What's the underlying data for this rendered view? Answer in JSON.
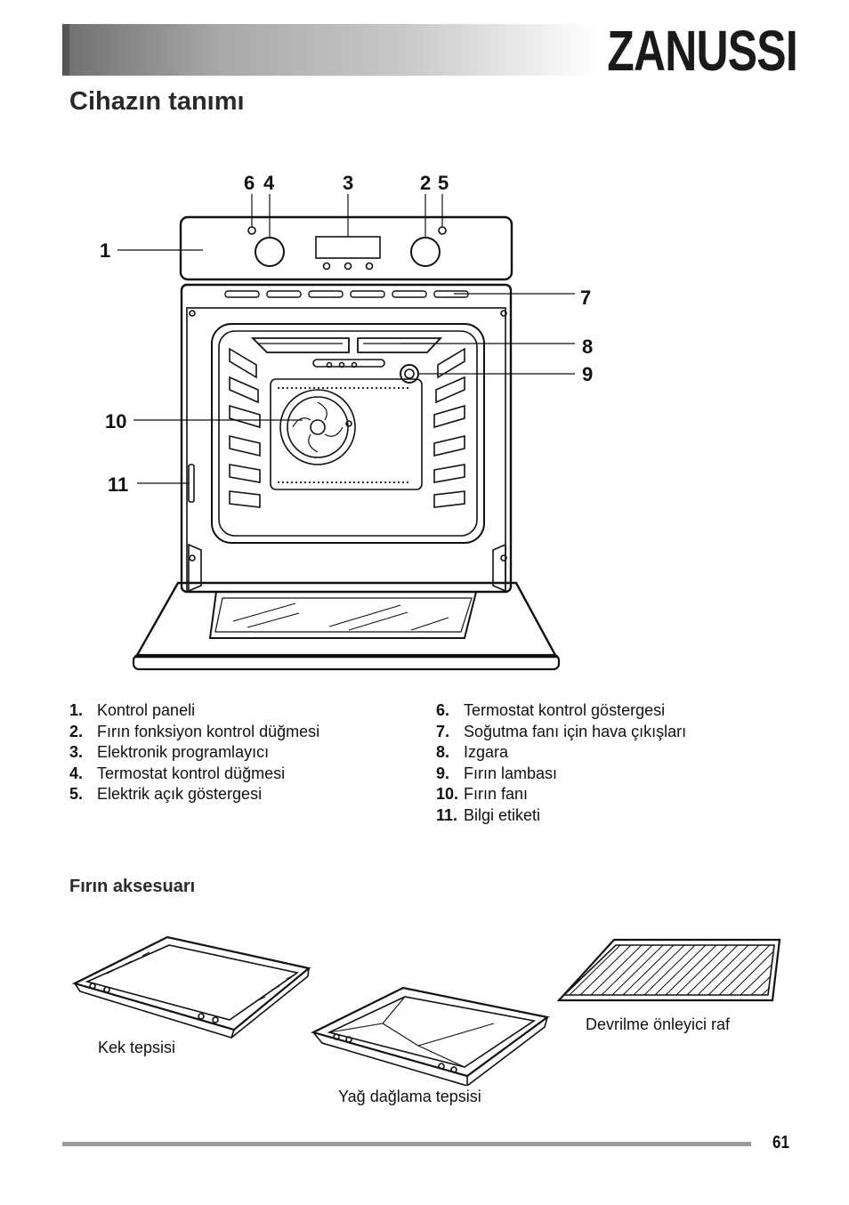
{
  "brand": "ZANUSSI",
  "title": "Cihazın tanımı",
  "callouts": [
    "1",
    "2",
    "3",
    "4",
    "5",
    "6",
    "7",
    "8",
    "9",
    "10",
    "11"
  ],
  "legend_left": [
    {
      "num": "1.",
      "text": "Kontrol paneli"
    },
    {
      "num": "2.",
      "text": "Fırın fonksiyon kontrol düğmesi"
    },
    {
      "num": "3.",
      "text": "Elektronik programlayıcı"
    },
    {
      "num": "4.",
      "text": "Termostat kontrol düğmesi"
    },
    {
      "num": "5.",
      "text": "Elektrik açık göstergesi"
    }
  ],
  "legend_right": [
    {
      "num": "6.",
      "text": "Termostat kontrol göstergesi"
    },
    {
      "num": "7.",
      "text": "Soğutma fanı için hava çıkışları"
    },
    {
      "num": "8.",
      "text": "Izgara"
    },
    {
      "num": "9.",
      "text": "Fırın lambası"
    },
    {
      "num": "10.",
      "text": "Fırın fanı"
    },
    {
      "num": "11.",
      "text": "Bilgi etiketi"
    }
  ],
  "accessories_title": "Fırın aksesuarı",
  "accessories": {
    "cake_tray": "Kek tepsisi",
    "grill_pan": "Yağ dağlama tepsisi",
    "shelf": "Devrilme önleyici raf"
  },
  "page_number": "61"
}
